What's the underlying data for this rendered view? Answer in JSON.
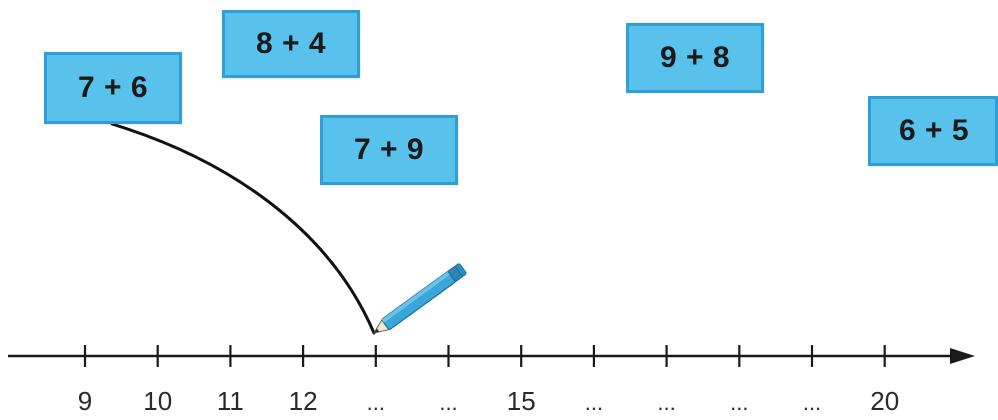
{
  "cards": [
    {
      "expression": "7 + 6"
    },
    {
      "expression": "8 + 4"
    },
    {
      "expression": "7 + 9"
    },
    {
      "expression": "9 + 8"
    },
    {
      "expression": "6 + 5"
    }
  ],
  "number_line": {
    "tick_labels": [
      "9",
      "10",
      "11",
      "12",
      "...",
      "...",
      "15",
      "...",
      "...",
      "...",
      "...",
      "20"
    ]
  },
  "colors": {
    "card_fill": "#58c2ec",
    "card_border": "#2f9fd8",
    "line": "#1a1a1a",
    "pencil": "#3aa7d9"
  },
  "icons": {
    "pencil": "pencil-icon"
  }
}
